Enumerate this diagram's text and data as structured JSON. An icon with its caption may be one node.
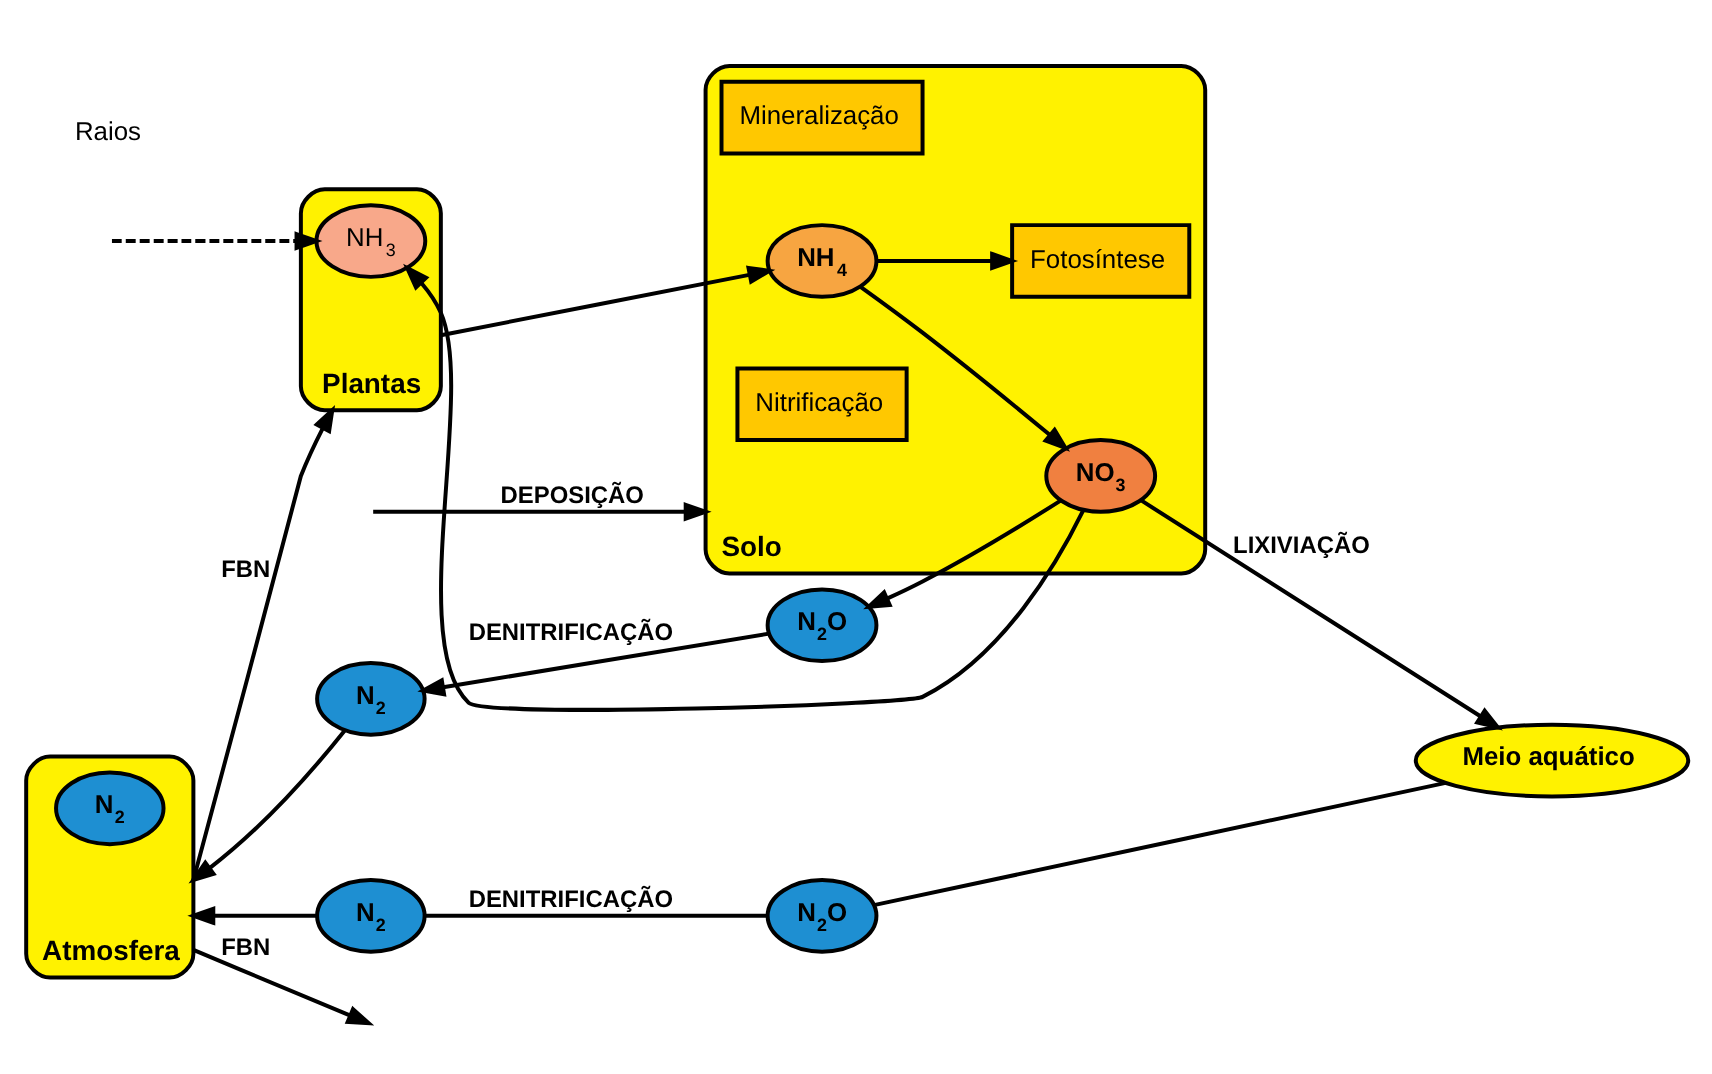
{
  "diagram": {
    "nodes": [
      {
        "text": [
          "N$_{2}$"
        ]
      },
      {
        "text": [
          "N$_{2}$O"
        ]
      },
      {
        "text": [
          "Atmosfera"
        ]
      },
      {
        "text": [
          "N$_{2}$"
        ],
        "in": 2
      },
      {
        "text": [
          "Plantas"
        ]
      },
      {
        "text": [
          "NH$_{3}$"
        ],
        "in": 4
      },
      {
        "text": [
          "Solo"
        ]
      },
      {
        "text": [
          "Fotosíntese"
        ],
        "in": 6
      },
      {
        "text": [
          "Mineralização"
        ],
        "in": 6
      },
      {
        "text": [
          "NH$_{4}$"
        ],
        "in": 6
      },
      {
        "text": [
          "Nitrificação"
        ],
        "in": 6
      },
      {
        "text": [
          "NO$_{3}$"
        ],
        "in": 6
      },
      {
        "text": [
          "Meio aquático"
        ]
      },
      {
        "text": [
          "N$_{2}$"
        ]
      },
      {
        "text": [
          "N$_{2}$O"
        ]
      }
    ],
    "edges": [
      {
        "from": 11,
        "to": 1,
        "arrow": "to"
      },
      {
        "from": 1,
        "to": 0,
        "arrow": "to",
        "label": "DENITRIFICAÇÃO"
      },
      {
        "from": 0,
        "to": 2,
        "arrow": "to"
      },
      {
        "from": null,
        "to": 5,
        "arrow": "to",
        "style": "dashed"
      },
      {
        "from": null,
        "to": 6,
        "arrow": "to",
        "label": "DEPOSIÇÃO"
      },
      {
        "from": 2,
        "to": 4,
        "arrow": "to",
        "label": "FBN"
      },
      {
        "from": 4,
        "to": 9,
        "arrow": "to"
      },
      {
        "from": 9,
        "to": 7,
        "arrow": "to"
      },
      {
        "from": 11,
        "to": 5,
        "arrow": "to"
      },
      {
        "from": 9,
        "to": 11,
        "arrow": "to"
      },
      {
        "from": 11,
        "to": 12,
        "arrow": "to",
        "label": "LIXIVIAÇÃO"
      },
      {
        "from": 2,
        "to": null,
        "arrow": "to",
        "label": "FBN"
      },
      {
        "from": 12,
        "to": 14,
        "arrow": "none"
      },
      {
        "from": 14,
        "to": 13,
        "arrow": "none",
        "label": "DENITRIFICAÇÃO"
      },
      {
        "from": 13,
        "to": 2,
        "arrow": "to"
      }
    ],
    "labels": [
      "Raios"
    ]
  }
}
